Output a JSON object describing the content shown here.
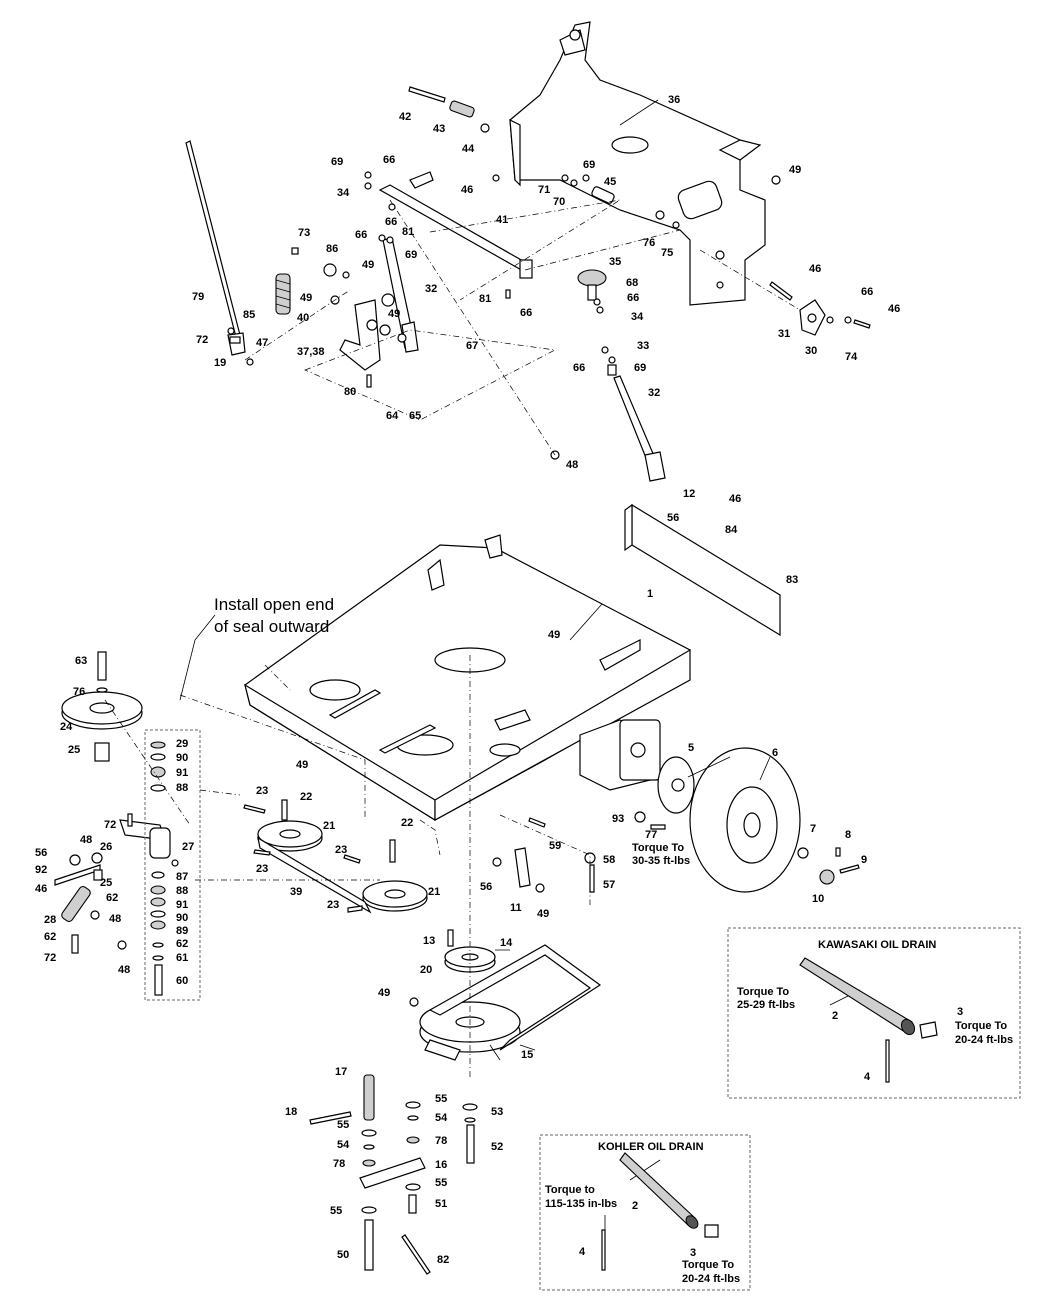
{
  "callouts": {
    "c1": "1",
    "c2": "2",
    "c3": "3",
    "c4": "4",
    "c5": "5",
    "c6": "6",
    "c7": "7",
    "c8": "8",
    "c9": "9",
    "c10": "10",
    "c11": "11",
    "c12": "12",
    "c13": "13",
    "c14": "14",
    "c15": "15",
    "c16": "16",
    "c17": "17",
    "c18": "18",
    "c19": "19",
    "c20": "20",
    "c21": "21",
    "c22": "22",
    "c23": "23",
    "c24": "24",
    "c25": "25",
    "c26": "26",
    "c27": "27",
    "c28": "28",
    "c29": "29",
    "c30": "30",
    "c31": "31",
    "c32": "32",
    "c33": "33",
    "c34": "34",
    "c35": "35",
    "c36": "36",
    "c3738": "37,38",
    "c39": "39",
    "c40": "40",
    "c41": "41",
    "c42": "42",
    "c43": "43",
    "c44": "44",
    "c45": "45",
    "c46": "46",
    "c47": "47",
    "c48": "48",
    "c49": "49",
    "c50": "50",
    "c51": "51",
    "c52": "52",
    "c53": "53",
    "c54": "54",
    "c55": "55",
    "c56": "56",
    "c57": "57",
    "c58": "58",
    "c59": "59",
    "c60": "60",
    "c61": "61",
    "c62": "62",
    "c63": "63",
    "c64": "64",
    "c65": "65",
    "c66": "66",
    "c67": "67",
    "c68": "68",
    "c69": "69",
    "c70": "70",
    "c71": "71",
    "c72": "72",
    "c73": "73",
    "c74": "74",
    "c75": "75",
    "c76": "76",
    "c77": "77",
    "c78": "78",
    "c79": "79",
    "c80": "80",
    "c81": "81",
    "c82": "82",
    "c83": "83",
    "c84": "84",
    "c85": "85",
    "c86": "86",
    "c87": "87",
    "c88": "88",
    "c89": "89",
    "c90": "90",
    "c91": "91",
    "c92": "92",
    "c93": "93"
  },
  "notes": {
    "seal_line1": "Install open end",
    "seal_line2": "of seal outward",
    "wheel_torque_line1": "Torque To",
    "wheel_torque_line2": "30-35 ft-lbs"
  },
  "kawasaki": {
    "title": "KAWASAKI OIL DRAIN",
    "torque_a_line1": "Torque To",
    "torque_a_line2": "25-29 ft-lbs",
    "torque_b_line1": "Torque To",
    "torque_b_line2": "20-24 ft-lbs"
  },
  "kohler": {
    "title": "KOHLER OIL DRAIN",
    "torque_a_line1": "Torque to",
    "torque_a_line2": "115-135 in-lbs",
    "torque_b_line1": "Torque To",
    "torque_b_line2": "20-24 ft-lbs"
  }
}
